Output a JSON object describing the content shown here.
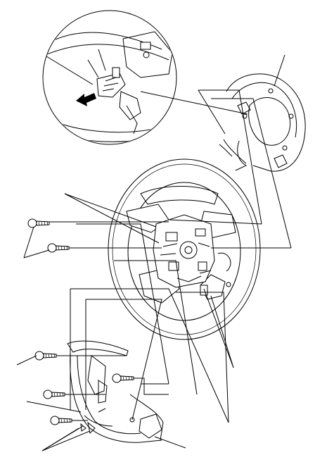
{
  "diagram": {
    "style": "black line art on white",
    "colors": {
      "line": "#000000",
      "background": "#ffffff"
    },
    "components": [
      "detail-inset-connector",
      "steering-wheel-assembly",
      "rear-cover",
      "lower-cover"
    ],
    "callouts": 10,
    "screws": 6
  }
}
